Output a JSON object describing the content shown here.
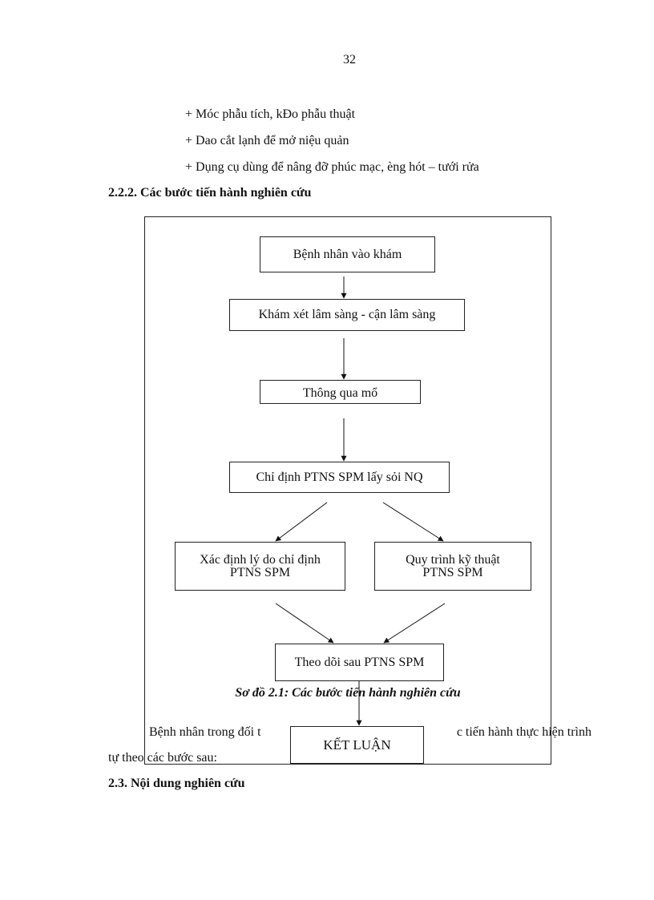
{
  "page_number": "32",
  "bullets": [
    "+ Móc phẫu tích, kĐo phẫu thuật",
    "+ Dao cắt lạnh để mở niệu quản",
    "+ Dụng cụ dùng để nâng đỡ phúc mạc, èng hót – tưới rửa"
  ],
  "section_222": "2.2.2. Các bước tiến hành nghiên cứu",
  "flowchart": {
    "step1": "Bệnh nhân vào khám",
    "step2": "Khám xét lâm sàng - cận lâm sàng",
    "step3": "Thông qua mổ",
    "step4": "Chỉ định PTNS SPM lấy sỏi NQ",
    "left_branch": "Xác định lý do chỉ định PTNS SPM",
    "right_branch": "Quy trình kỹ thuật PTNS SPM",
    "step6": "Theo dõi sau PTNS SPM",
    "final": "KẾT LUẬN"
  },
  "caption": "Sơ đồ 2.1: Các bước tiến hành nghiên cứu",
  "paragraph_left": "Bệnh nhân trong đối t",
  "paragraph_right": "c tiến hành thực hiện trình",
  "paragraph_line2": "tự theo các bước sau:",
  "section_23": "2.3. Nội dung nghiên cứu"
}
